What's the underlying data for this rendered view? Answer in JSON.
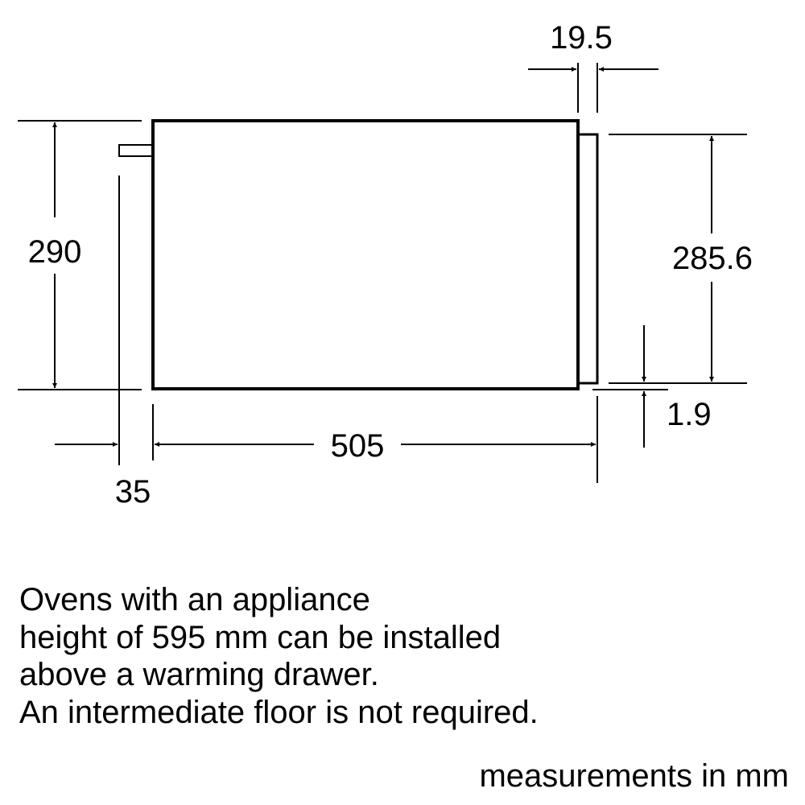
{
  "dimensions": {
    "height_left": "290",
    "height_right": "285.6",
    "width": "505",
    "depth_top": "19.5",
    "offset_bottom": "1.9",
    "offset_left": "35"
  },
  "note_lines": [
    "Ovens with an appliance",
    "height of 595 mm can be installed",
    "above a warming drawer.",
    "An intermediate floor is not required."
  ],
  "units_label": "measurements in mm",
  "colors": {
    "line": "#000000",
    "background": "#ffffff"
  }
}
